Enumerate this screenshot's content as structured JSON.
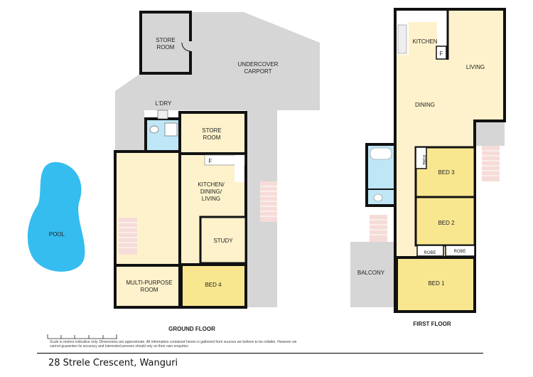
{
  "colors": {
    "wall": "#111111",
    "living": "#fdf2cc",
    "bedroom": "#f9e790",
    "wet": "#bfe6f6",
    "outdoor": "#d6d6d6",
    "stairs": "#f6dcd8",
    "pool": "#35bdf0"
  },
  "ground_floor": {
    "title": "GROUND FLOOR",
    "rooms": {
      "store_room_outer": [
        "STORE",
        "ROOM"
      ],
      "carport": [
        "UNDERCOVER",
        "CARPORT"
      ],
      "laundry": "L'DRY",
      "store_room_inner": [
        "STORE",
        "ROOM"
      ],
      "kitchen": [
        "KITCHEN/",
        "DINING/",
        "LIVING"
      ],
      "fridge": "F",
      "study": "STUDY",
      "multi_purpose": [
        "MULTI-PURPOSE",
        "ROOM"
      ],
      "bed4": "BED 4",
      "pool": "POOL"
    }
  },
  "first_floor": {
    "title": "FIRST FLOOR",
    "rooms": {
      "kitchen": "KITCHEN",
      "fridge": "F",
      "living": "LIVING",
      "dining": "DINING",
      "robe_bed3": "ROBE",
      "bed3": "BED 3",
      "bed2": "BED 2",
      "robe_left": "ROBE",
      "robe_right": "ROBE",
      "balcony": "BALCONY",
      "bed1": "BED 1"
    }
  },
  "disclaimer": "Scale in metres indicative only. Dimensions are approximate. All information contained herein is gathered from sources we believe to be reliable. However we cannot guarantee its accuracy and interested persons should rely on their own enquiries",
  "address": "28 Strele Crescent, Wanguri"
}
